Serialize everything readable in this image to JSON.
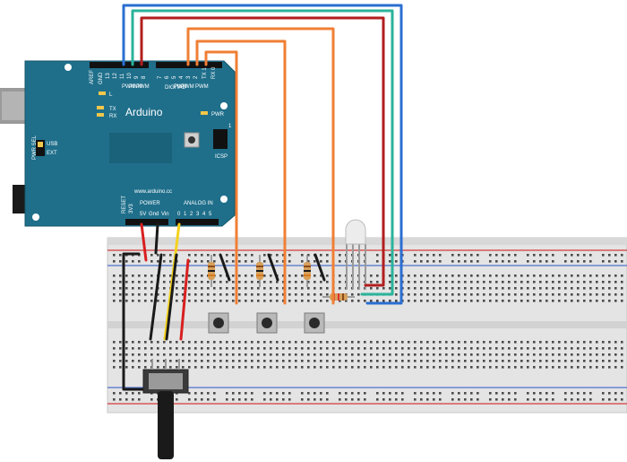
{
  "board": {
    "brand": "Arduino",
    "url": "www.arduino.cc",
    "aref": "AREF",
    "gnd_top": "GND",
    "digital_label": "DIGITAL",
    "digital_pins": [
      "13",
      "12",
      "11",
      "10",
      "9",
      "8",
      "7",
      "6",
      "5",
      "4",
      "3",
      "2",
      "TX 1",
      "RX 0"
    ],
    "pwm_label": "PWM",
    "led_l": "L",
    "led_tx": "TX",
    "led_rx": "RX",
    "pwr_led": "PWR",
    "icsp": "ICSP",
    "icsp_num": "1",
    "pwr_sel": "PWR SEL",
    "usb": "USB",
    "ext": "EXT",
    "power_label": "POWER",
    "analog_label": "ANALOG IN",
    "reset": "RESET",
    "v33": "3V3",
    "v5": "5V",
    "gnd": "Gnd",
    "vin": "Vin",
    "analog_pins": [
      "0",
      "1",
      "2",
      "3",
      "4",
      "5"
    ]
  },
  "colors": {
    "board": "#1f6f8b",
    "breadboard": "#e6e6e6",
    "rail_red": "#d33b3b",
    "rail_blue": "#4e72c9",
    "wire_blue": "#2a6fd1",
    "wire_teal": "#2ab39a",
    "wire_red": "#b21e1e",
    "wire_orange": "#f07f35",
    "wire_yellow": "#f3d21f",
    "wire_black": "#1a1a1a",
    "wire_bright_red": "#d81f1f"
  },
  "components": {
    "buttons": [
      "pushbutton-1",
      "pushbutton-2",
      "pushbutton-3"
    ],
    "resistors": [
      "resistor-1",
      "resistor-2",
      "resistor-3",
      "resistor-led"
    ],
    "rgb_led": "rgb-led",
    "potentiometer": "potentiometer"
  }
}
